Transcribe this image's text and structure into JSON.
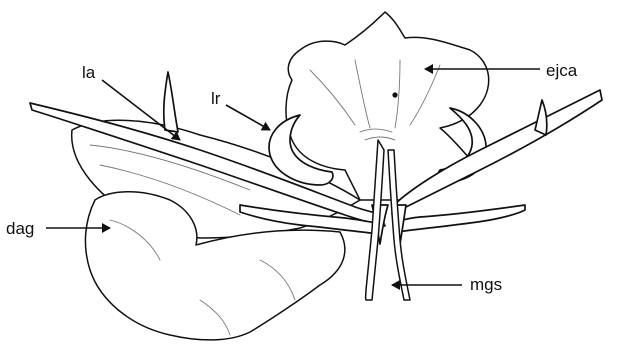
{
  "figure": {
    "labels": {
      "la": "la",
      "lr": "lr",
      "ejca": "ejca",
      "dag": "dag",
      "mgs": "mgs"
    }
  }
}
